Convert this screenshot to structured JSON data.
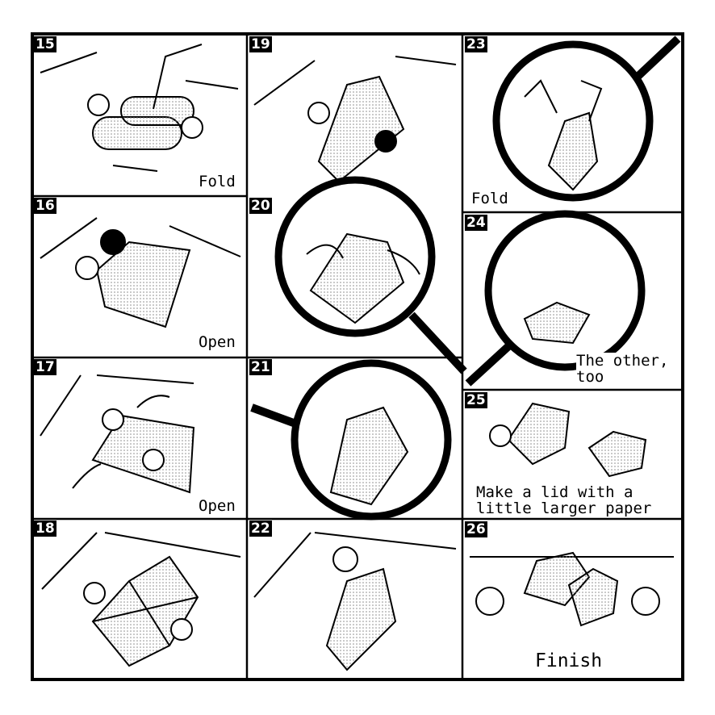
{
  "panels": [
    {
      "number": "15",
      "caption": "Fold"
    },
    {
      "number": "16",
      "caption": "Open"
    },
    {
      "number": "17",
      "caption": "Open"
    },
    {
      "number": "18",
      "caption": ""
    },
    {
      "number": "19",
      "caption": ""
    },
    {
      "number": "20",
      "caption": ""
    },
    {
      "number": "21",
      "caption": ""
    },
    {
      "number": "22",
      "caption": ""
    },
    {
      "number": "23",
      "caption": "Fold"
    },
    {
      "number": "24",
      "caption": "The other,\ntoo"
    },
    {
      "number": "25",
      "caption": "Make a lid with a\nlittle larger paper"
    },
    {
      "number": "26",
      "caption": "Finish"
    }
  ],
  "colors": {
    "ink": "#000000",
    "paper": "#ffffff",
    "dots": "#bbbbbb"
  }
}
